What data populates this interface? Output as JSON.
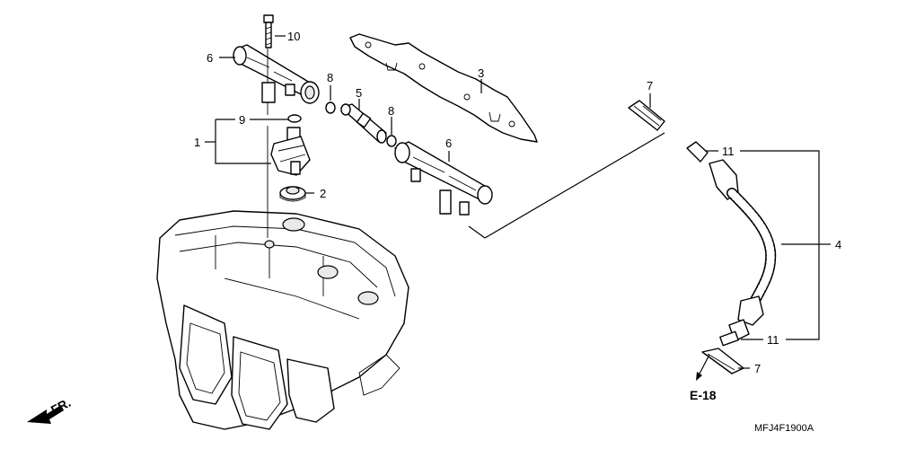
{
  "callouts": {
    "p1": "1",
    "p2": "2",
    "p3": "3",
    "p4": "4",
    "p5": "5",
    "p6_left": "6",
    "p6_right": "6",
    "p7_top": "7",
    "p7_bottom": "7",
    "p8_left": "8",
    "p8_right": "8",
    "p9": "9",
    "p10": "10",
    "p11_top": "11",
    "p11_bottom": "11"
  },
  "reference": "E-18",
  "direction_label": "FR.",
  "diagram_code": "MFJ4F1900A"
}
